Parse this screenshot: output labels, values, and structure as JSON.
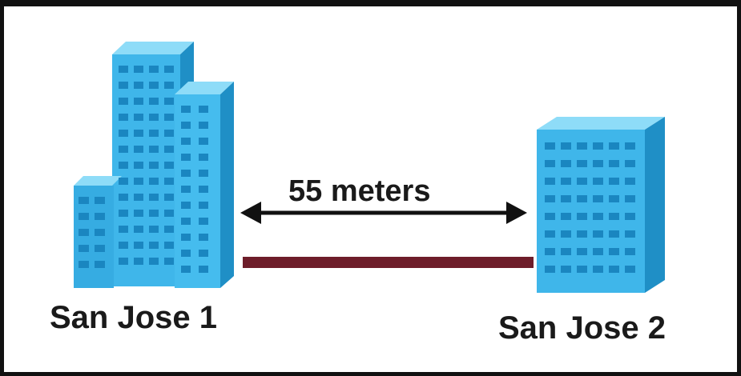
{
  "sites": [
    {
      "label": "San Jose 1"
    },
    {
      "label": "San Jose 2"
    }
  ],
  "distance": {
    "label": "55 meters"
  },
  "colors": {
    "building_front": "#3fb6ea",
    "building_side": "#1f8fc6",
    "building_top": "#8edcf8",
    "window": "#1a86c0",
    "cable": "#6e1d2a",
    "arrow": "#111111"
  }
}
